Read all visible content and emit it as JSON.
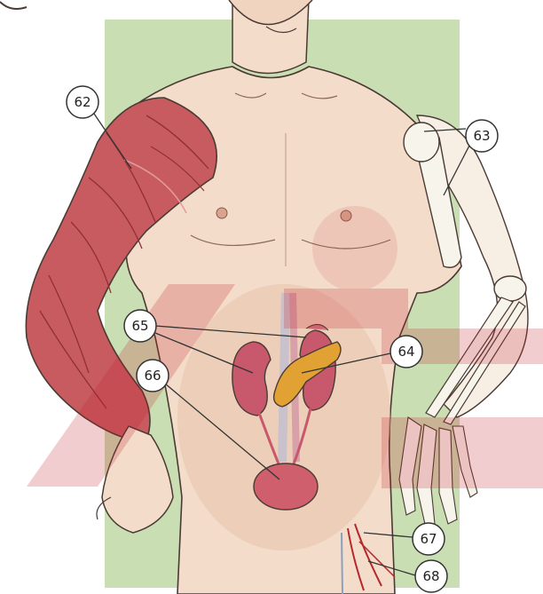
{
  "labels": [
    {
      "id": "c62",
      "text": "62"
    },
    {
      "id": "c63",
      "text": "63"
    },
    {
      "id": "c64",
      "text": "64"
    },
    {
      "id": "c65",
      "text": "65"
    },
    {
      "id": "c66",
      "text": "66"
    },
    {
      "id": "c67",
      "text": "67"
    },
    {
      "id": "c68",
      "text": "68"
    }
  ],
  "colors": {
    "background_panel": "#c9dfb3",
    "skin": "#f3dcc9",
    "skin_shadow": "#e7c3aa",
    "muscle": "#c75b5f",
    "muscle_dark": "#8e3036",
    "bone": "#f7f4ec",
    "kidney": "#c8586b",
    "pancreas": "#e2a233",
    "bladder": "#cf5f6d",
    "vessel": "#b6282c",
    "watermark": "#c21e2b",
    "outline": "#4a3a34",
    "callout_line": "#333333"
  }
}
